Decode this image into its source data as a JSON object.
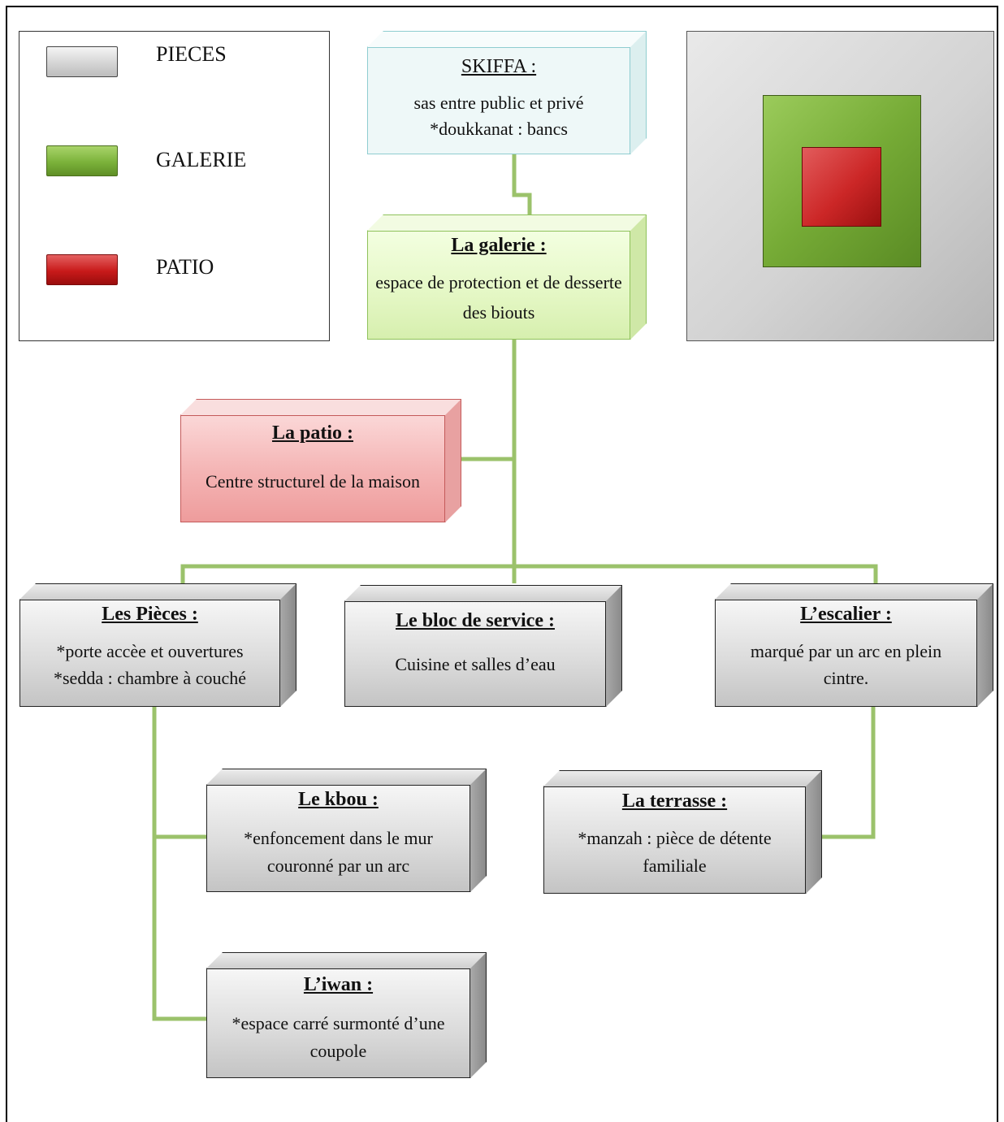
{
  "legend": {
    "items": [
      {
        "label": "PIECES",
        "color": "#d4d4d4"
      },
      {
        "label": "GALERIE",
        "color": "#7bb23a"
      },
      {
        "label": "PATIO",
        "color": "#c81a1a"
      }
    ]
  },
  "preview": {
    "outer_color": "#d3d3d3",
    "middle_color": "#76ab36",
    "inner_color": "#cc2727"
  },
  "connector_color": "#9bc26b",
  "nodes": {
    "skiffa": {
      "title": "SKIFFA :",
      "desc": "sas entre public et privé *doukkanat : bancs"
    },
    "galerie": {
      "title": "La galerie :",
      "desc": "espace de protection et de desserte des biouts"
    },
    "patio": {
      "title": "La patio :",
      "desc": "Centre structurel de la maison"
    },
    "pieces": {
      "title": "Les Pièces :",
      "desc_line1": "*porte accèe et ouvertures",
      "desc_line2": "*sedda : chambre à couché"
    },
    "service": {
      "title": "Le bloc de service :",
      "desc": "Cuisine et salles d’eau"
    },
    "escalier": {
      "title": "L’escalier :",
      "desc": "marqué par un arc en plein cintre."
    },
    "kbou": {
      "title": "Le kbou :",
      "desc": "*enfoncement dans le mur couronné par un arc"
    },
    "terrasse": {
      "title": "La terrasse :",
      "desc": "*manzah : pièce de détente familiale"
    },
    "iwan": {
      "title": "L’iwan :",
      "desc": "*espace carré surmonté d’une coupole"
    }
  }
}
